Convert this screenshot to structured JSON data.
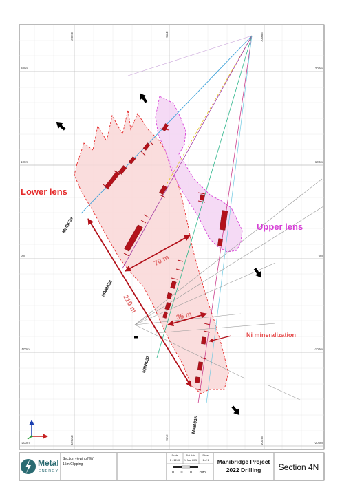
{
  "section": {
    "grid_x_labels": [
      "-100mE",
      "0mE",
      "100mE"
    ],
    "grid_y_labels_left": [
      "200m",
      "100m",
      "0m",
      "-100m",
      "-200m"
    ],
    "grid_y_labels_right": [
      "200m",
      "100m",
      "0m",
      "-100m",
      "-200m"
    ],
    "bottom_x_labels": [
      "-100mE",
      "0mE",
      "100mE"
    ]
  },
  "lenses": {
    "lower": "Lower lens",
    "upper": "Upper lens"
  },
  "annotations": {
    "width_upper": "70 m",
    "width_lower": "35 m",
    "length": "210 m",
    "mineralization": "Ni mineralization"
  },
  "holes": {
    "h1": "MNB039",
    "h2": "MNB038",
    "h3": "MNB037",
    "h4": "MNB036"
  },
  "titleblock": {
    "brand_line1": "Metal",
    "brand_line2": "ENERGY",
    "view_line1": "Section viewing NW",
    "view_line2": "15m Clipping",
    "scale_label": "Scale",
    "scale_value": "1 : 1240",
    "plot_label": "Plot date",
    "plot_value": "24 Mar 2022",
    "sheet_label": "Sheet",
    "sheet_value": "1 of 1",
    "scale_bar": [
      "10",
      "0",
      "10",
      "20m"
    ],
    "project_line1": "Manibridge Project",
    "project_line2": "2022 Drilling",
    "section_name": "Section 4N"
  },
  "colors": {
    "lower_lens": "#e52a2a",
    "upper_lens": "#d63ed6",
    "lens_fill": "#f9d7d7",
    "upper_fill": "#f3d4f3",
    "intercept": "#b3121b",
    "arrow": "#b3121b",
    "brand": "#2a6b72"
  }
}
